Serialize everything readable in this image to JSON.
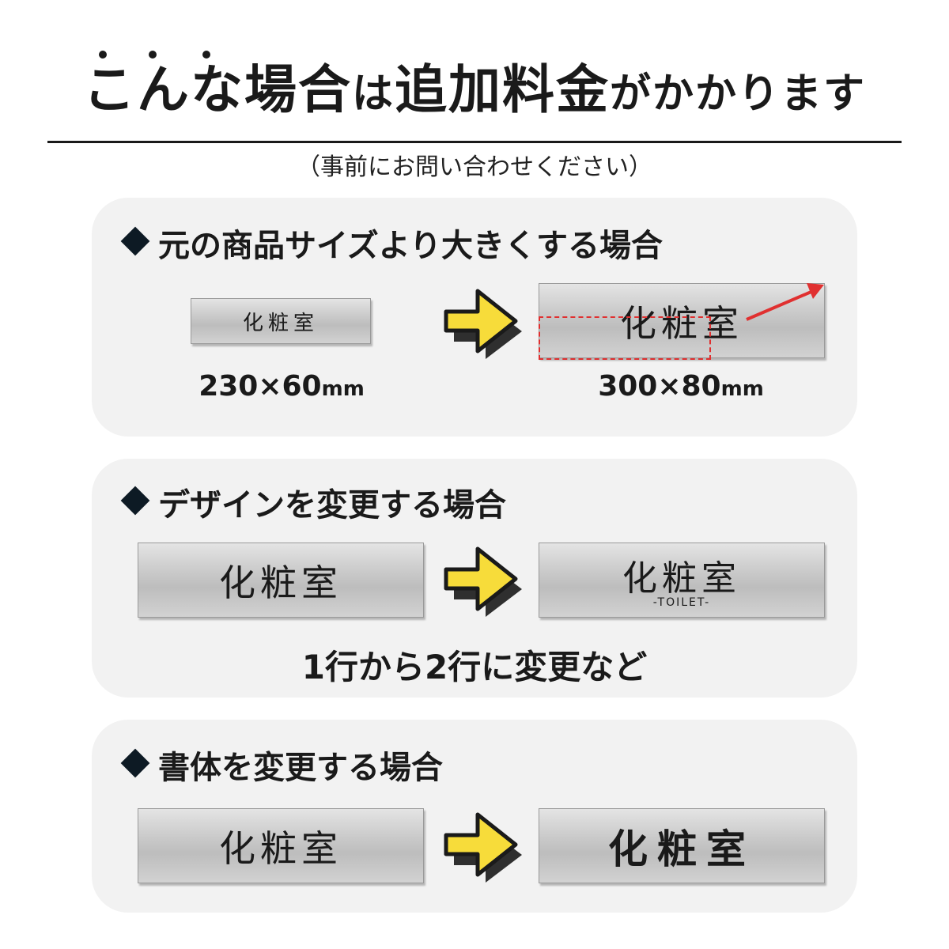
{
  "header": {
    "title_part1": "こんな場合",
    "title_part2": "は",
    "title_part3": "追加料金",
    "title_part4": "がかかります",
    "note": "（事前にお問い合わせください）"
  },
  "sections": [
    {
      "heading": "元の商品サイズより大きくする場合",
      "before_plate": "化粧室",
      "after_plate": "化粧室",
      "before_size": "230×60",
      "after_size": "300×80",
      "unit": "mm"
    },
    {
      "heading": "デザインを変更する場合",
      "before_plate": "化粧室",
      "after_plate": "化粧室",
      "after_sub": "-TOILET-",
      "caption": "1行から2行に変更など"
    },
    {
      "heading": "書体を変更する場合",
      "before_plate": "化粧室",
      "after_plate": "化粧室"
    }
  ],
  "colors": {
    "card_bg": "#f2f2f2",
    "arrow_fill": "#f7dc3a",
    "marker_red": "#e03030",
    "diamond": "#0d1a24"
  }
}
